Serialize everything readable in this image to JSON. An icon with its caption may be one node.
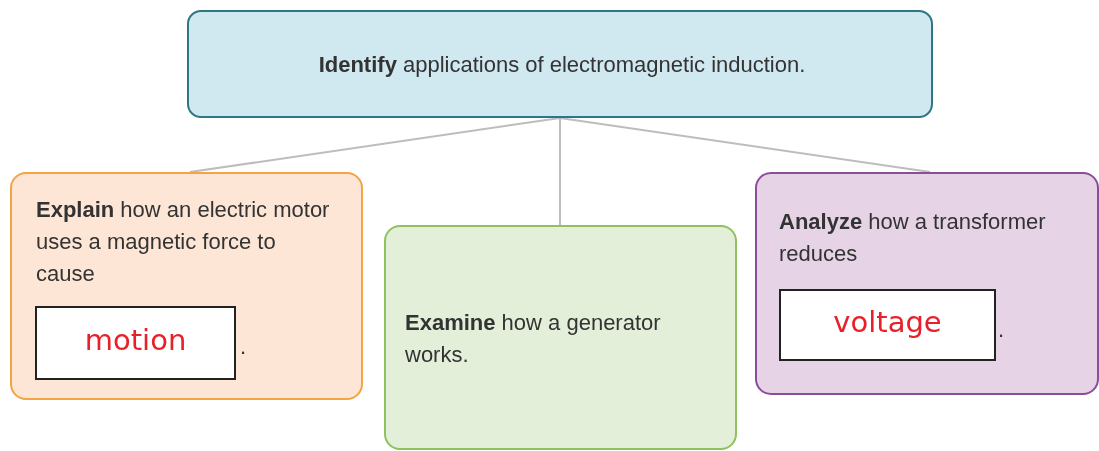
{
  "diagram": {
    "nodes": [
      {
        "text": [
          "**Identify** applications of electromagnetic induction."
        ]
      },
      {
        "text": [
          "**Explain** how an electric motor uses a magnetic force to cause",
          "."
        ]
      },
      {
        "text": [
          "motion"
        ],
        "in": 1
      },
      {
        "text": [
          "**Examine** how a generator works."
        ]
      },
      {
        "text": [
          "**Analyze** how a transformer reduces",
          "."
        ]
      },
      {
        "text": [
          "voltage"
        ],
        "in": 4
      }
    ],
    "edges": [
      {
        "from": 0,
        "to": 1,
        "arrow": "none"
      },
      {
        "from": 0,
        "to": 3,
        "arrow": "none"
      },
      {
        "from": 0,
        "to": 4,
        "arrow": "none"
      }
    ]
  }
}
